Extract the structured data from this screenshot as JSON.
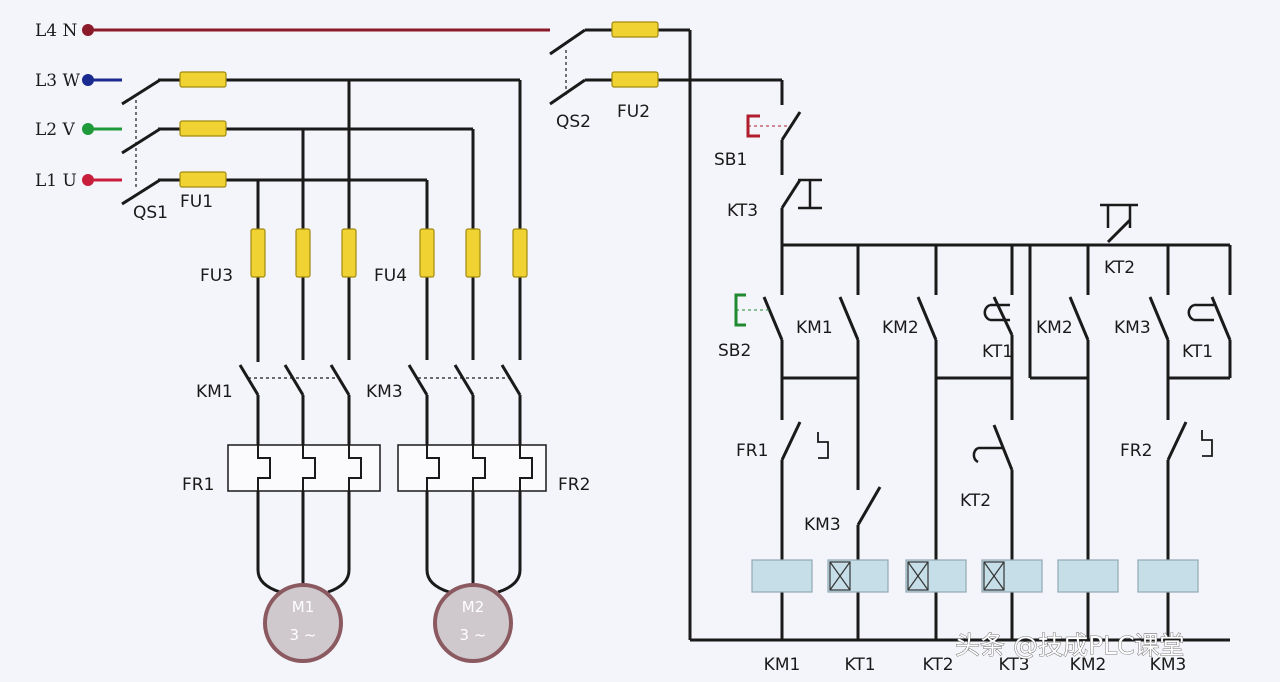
{
  "colors": {
    "wire": "#1a1a1a",
    "neutral_line": "#8b1a2a",
    "w_phase": "#1a2a8f",
    "v_phase": "#1f9a3a",
    "u_phase": "#c81e3c",
    "fuse_fill": "#f0d232",
    "fuse_stroke": "#a08a10",
    "coil_fill": "#c6dee8",
    "motor_ring": "#8a5a60",
    "motor_fill": "#cfc8cc",
    "sb1_color": "#b01e2e",
    "sb2_color": "#1f8a30",
    "background": "#f4f4fb"
  },
  "power_lines": {
    "n": "L4 N",
    "w": "L3 W",
    "v": "L2 V",
    "u": "L1 U"
  },
  "main_circuit": {
    "qs1": "QS1",
    "fu1": "FU1",
    "fu3": "FU3",
    "fu4": "FU4",
    "km1": "KM1",
    "km3": "KM3",
    "fr1": "FR1",
    "fr2": "FR2",
    "motor1": {
      "name": "M1",
      "phase": "3 ~"
    },
    "motor2": {
      "name": "M2",
      "phase": "3 ~"
    }
  },
  "control_circuit": {
    "qs2": "QS2",
    "fu2": "FU2",
    "sb1": "SB1",
    "kt3": "KT3",
    "kt2_top": "KT2",
    "sb2": "SB2",
    "contacts": [
      "KM1",
      "KM2",
      "KT1",
      "KM2",
      "KM3",
      "KT1"
    ],
    "fr1": "FR1",
    "fr2": "FR2",
    "kt2_mid": "KT2",
    "km3_nc": "KM3",
    "coils": [
      "KM1",
      "KT1",
      "KT2",
      "KT3",
      "KM2",
      "KM3"
    ]
  },
  "watermark": "头条 @技成PLC课堂"
}
